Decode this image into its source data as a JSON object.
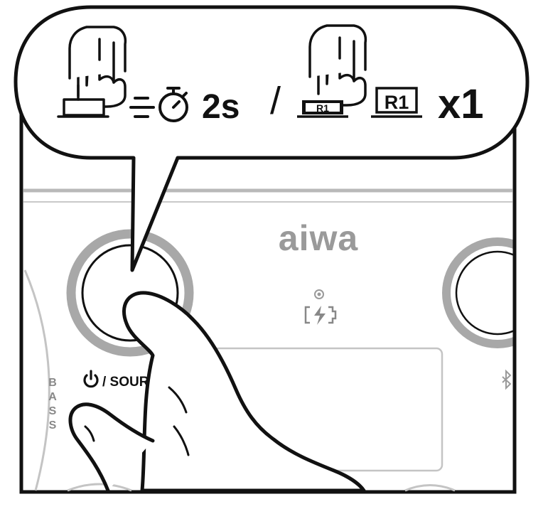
{
  "instruction": {
    "press_duration": "2s",
    "separator": "/",
    "slot_label_small": "R1",
    "slot_label": "R1",
    "repeat_count": "x1"
  },
  "device": {
    "brand": "aiwa",
    "power_source_label": "/ SOURCE",
    "bass_label": "BASS",
    "bass_letters": [
      "B",
      "A",
      "S",
      "S"
    ]
  },
  "icons": {
    "press_hand": "press-hand-icon",
    "timer": "stopwatch-timer-icon",
    "power": "power-icon",
    "charging": "battery-charging-icon",
    "bluetooth": "bluetooth-icon"
  },
  "colors": {
    "line": "#111111",
    "panel_gray": "#b9b9b9",
    "ring_gray": "#a8a8a8",
    "logo_gray": "#9a9a9a",
    "background": "#ffffff"
  }
}
